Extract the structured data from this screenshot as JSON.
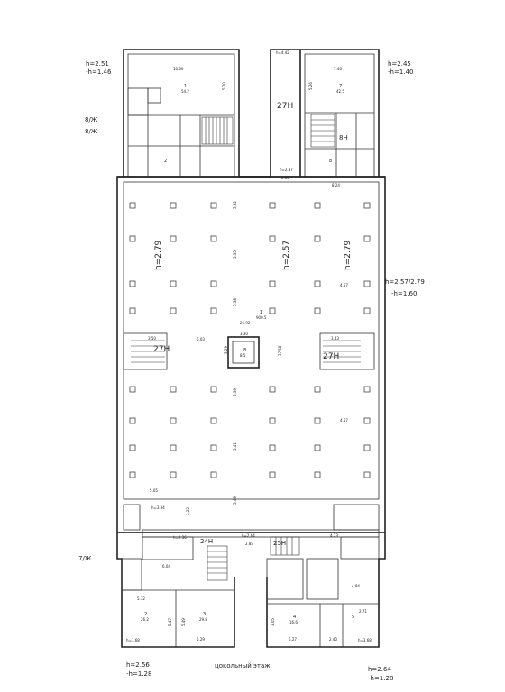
{
  "plan_title": "цокольный этаж",
  "heights": {
    "top_left": [
      "h=2.51",
      "-h=1.46"
    ],
    "top_right": [
      "h=2.45",
      "-h=1.40"
    ],
    "right_middle": [
      "h=2.57/2.79",
      "-h=1.60"
    ],
    "bottom_left": [
      "h=2.56",
      "-h=1.28"
    ],
    "bottom_right": [
      "h=2.64",
      "-h=1.28"
    ]
  },
  "hall_heights": {
    "left": "h=2.79",
    "center": "h=2.57",
    "right": "h=2.79"
  },
  "side_marks": {
    "left_upper_1": "8/Ж",
    "left_upper_2": "8/Ж",
    "left_lower": "7/Ж"
  },
  "stair_labels": {
    "upper_left_corridor": "27Н",
    "upper_right": "8Н",
    "hall_left": "27Н",
    "hall_right": "27Н",
    "lower_left": "24Н",
    "lower_right": "25Н"
  },
  "room_numbers": {
    "top_left_main": "1",
    "top_left_small": "2",
    "top_right_main": "7",
    "top_right_small": "8",
    "hall": "1",
    "center_column": "8",
    "bottom_left_a": "2",
    "bottom_left_b": "3",
    "bottom_right_a": "4",
    "bottom_right_b": "5"
  },
  "dimensions": {
    "top_left_width": "10.60",
    "top_right_width": "7.46",
    "top_left_side": "5.20",
    "top_right_side": "5.26",
    "hall_top": "8.24",
    "hall_center_width": "26.92",
    "hall_left_width": "6.03",
    "hall_right_width": "4.57",
    "hall_right_width_2": "4.57",
    "hall_center_height": "37.58",
    "hall_col_1": "5.32",
    "hall_col_2": "5.35",
    "hall_col_3": "5.38",
    "hall_col_4": "5.39",
    "hall_col_5": "5.41",
    "hall_col_6": "5.49",
    "hall_bottom_left": "5.05",
    "column_top": "3.30",
    "column_side": "3.29",
    "corridor_top": "h=4.42",
    "corridor_w": "2.88",
    "corridor_h": "h=2.37",
    "stair_h_left": "3.50",
    "stair_h_right": "3.43",
    "bottom_left_h": "h=3.34",
    "bottom_left_sub": "3.22",
    "bottom_mid_h": "h=2.64",
    "bottom_mid_h2": "2.85",
    "bottom_left_w1": "5.32",
    "bottom_left_w2": "5.29",
    "bottom_left_w3": "6.04",
    "bottom_left_side": "5.47",
    "bottom_left_side2": "5.49",
    "bottom_right_w1": "5.27",
    "bottom_right_w2": "2.40",
    "bottom_right_w3": "2.71",
    "bottom_right_w4": "4.84",
    "bottom_right_w5": "4.23",
    "bottom_right_side": "3.05",
    "area_main": "900.5",
    "area_col": "8.5",
    "area_tl": "54.2",
    "area_tr": "42.5",
    "area_bl_a": "26.2",
    "area_bl_b": "29.8",
    "area_br": "16.6",
    "h_small_1": "h=3.68",
    "h_small_2": "h=3.68",
    "bottom_stair_h": "h=2.36"
  }
}
